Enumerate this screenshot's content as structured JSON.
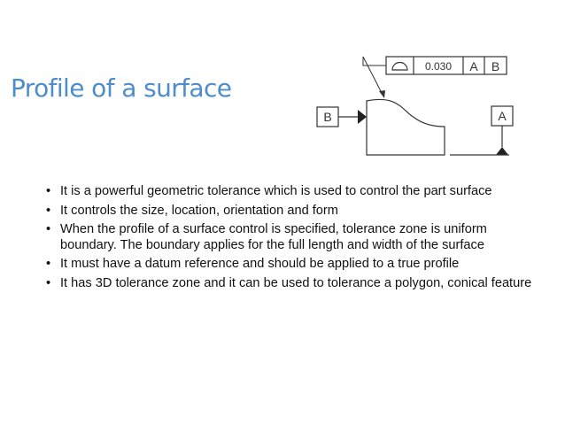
{
  "slide": {
    "title": "Profile of a surface",
    "bullets": [
      "It is a powerful geometric tolerance which is used to control the part surface",
      "It controls the size, location, orientation and form",
      "When the profile of a surface control is specified, tolerance zone is uniform boundary. The boundary applies for the full length and width of the surface",
      "It must have a datum reference and should be applied to a true profile",
      "It has 3D tolerance zone and it can be used to tolerance a polygon, conical feature"
    ]
  },
  "drawing": {
    "feature_control_frame": {
      "symbol": "profile-of-surface-icon",
      "tolerance": "0.030",
      "datum_primary": "A",
      "datum_secondary": "B"
    },
    "datum_b_label": "B",
    "datum_a_label": "A"
  },
  "colors": {
    "title": "#4e8dcb",
    "text": "#111111",
    "drawing_line": "#333333"
  }
}
